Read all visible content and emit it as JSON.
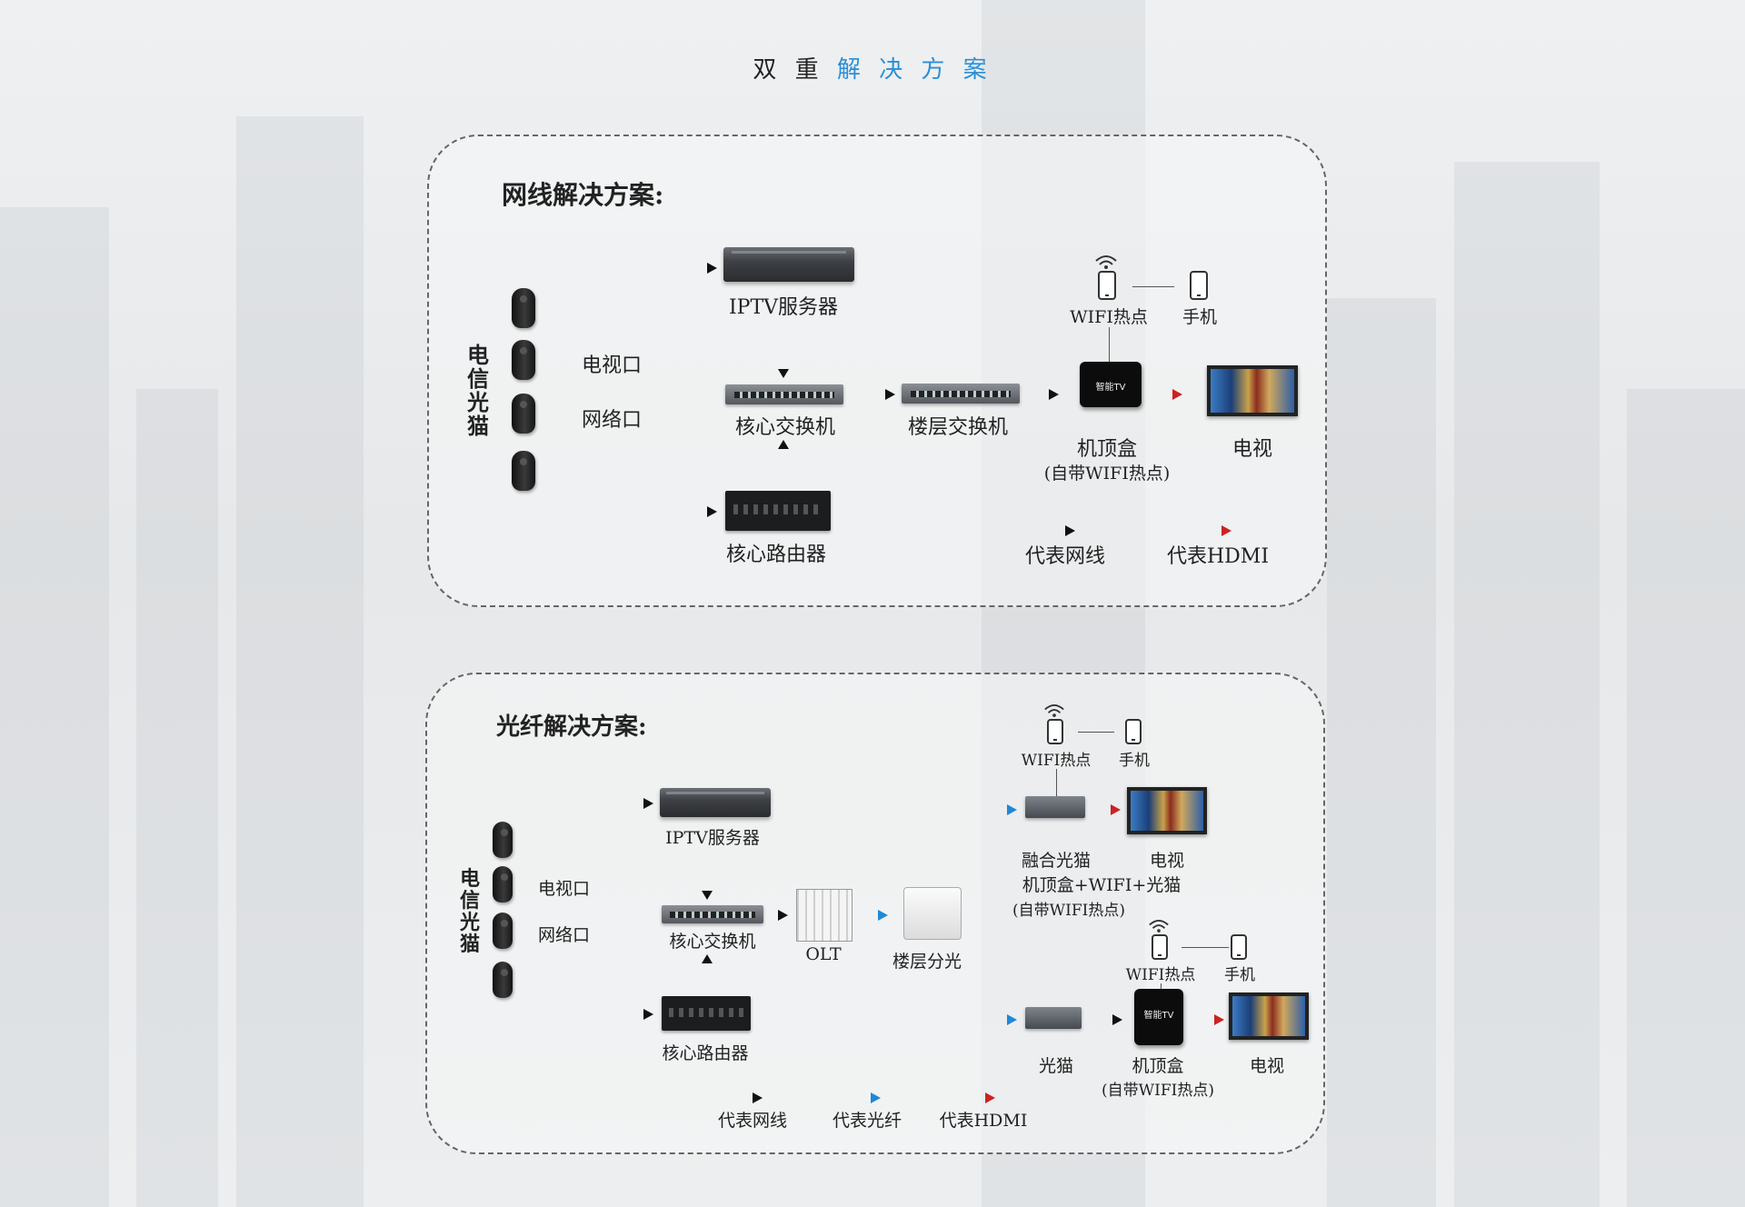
{
  "page": {
    "title_part1": "双 重",
    "title_part2": " 解 决 方 案",
    "accent_color": "#2a8fd6"
  },
  "legend_colors": {
    "network": "#111111",
    "fiber": "#1f88d8",
    "hdmi": "#cc2222"
  },
  "network": {
    "title": "网线解决方案:",
    "modem_label_chars": [
      "电",
      "信",
      "光",
      "猫"
    ],
    "tv_port": "电视口",
    "net_port": "网络口",
    "iptv_server": "IPTV服务器",
    "core_switch": "核心交换机",
    "floor_switch": "楼层交换机",
    "core_router": "核心路由器",
    "stb": "机顶盒",
    "stb_note": "(自带WIFI热点)",
    "stb_brand": "智能TV",
    "tv": "电视",
    "wifi": "WIFI热点",
    "phone": "手机",
    "legend_net": "代表网线",
    "legend_hdmi": "代表HDMI"
  },
  "fiber": {
    "title": "光纤解决方案:",
    "modem_label_chars": [
      "电",
      "信",
      "光",
      "猫"
    ],
    "tv_port": "电视口",
    "net_port": "网络口",
    "iptv_server": "IPTV服务器",
    "core_switch": "核心交换机",
    "olt": "OLT",
    "floor_splitter": "楼层分光",
    "core_router": "核心路由器",
    "fusion_modem": "融合光猫",
    "fusion_desc": "机顶盒+WIFI+光猫",
    "fusion_note": "(自带WIFI热点)",
    "tv_top": "电视",
    "wifi_top": "WIFI热点",
    "phone_top": "手机",
    "modem": "光猫",
    "stb": "机顶盒",
    "stb_note": "(自带WIFI热点)",
    "stb_brand": "智能TV",
    "tv_bottom": "电视",
    "wifi_bottom": "WIFI热点",
    "phone_bottom": "手机",
    "legend_net": "代表网线",
    "legend_fiber": "代表光纤",
    "legend_hdmi": "代表HDMI"
  }
}
